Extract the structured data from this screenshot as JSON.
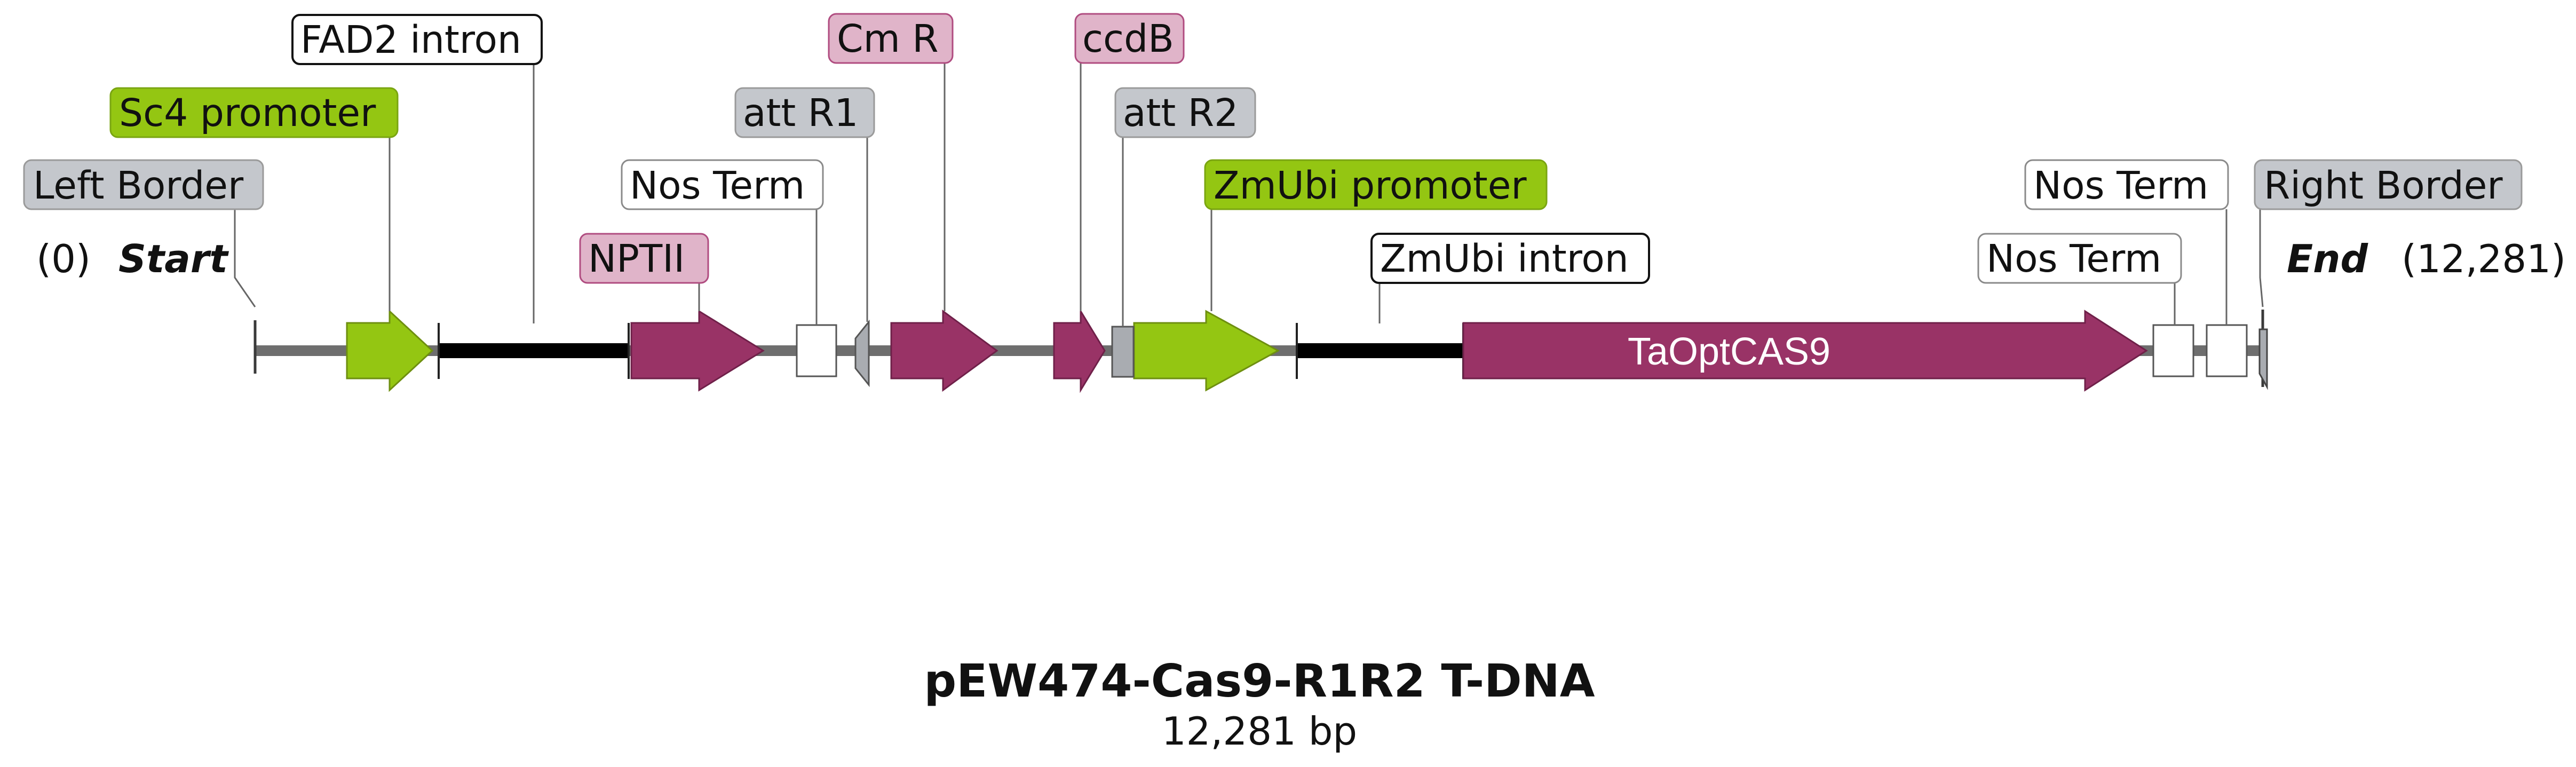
{
  "map": {
    "title": "pEW474-Cas9-R1R2 T-DNA",
    "subtitle": "12,281 bp",
    "start": {
      "pos_text": "(0)",
      "label": "Start"
    },
    "end": {
      "pos_text": "(12,281)",
      "label": "End"
    },
    "colors": {
      "backbone": "#6e6e6e",
      "intron": "#000000",
      "promoter": "#94c612",
      "cds": "#993366",
      "terminator": "#ffffff",
      "att_site": "#a9acb1",
      "border": "#5a5a5a"
    },
    "labels": {
      "left_border": "Left Border",
      "sc4_promoter": "Sc4 promoter",
      "fad2_intron": "FAD2 intron",
      "nptii": "NPTII",
      "nos_term_1": "Nos Term",
      "att_r1": "att R1",
      "cm_r": "Cm R",
      "ccdb": "ccdB",
      "att_r2": "att R2",
      "zmubi_promoter": "ZmUbi promoter",
      "zmubi_intron": "ZmUbi intron",
      "nos_term_2": "Nos Term",
      "nos_term_3": "Nos Term",
      "right_border": "Right Border",
      "taoptcas9": "TaOptCAS9"
    }
  }
}
